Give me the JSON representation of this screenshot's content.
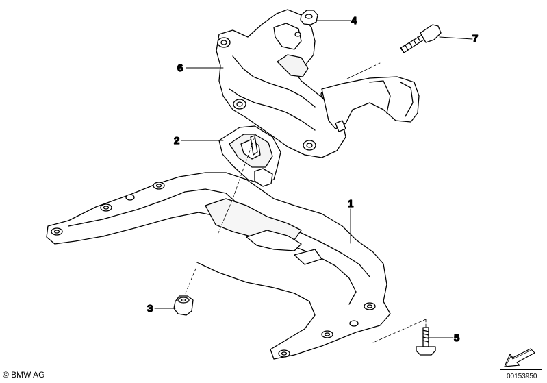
{
  "callouts": {
    "c1": "1",
    "c2": "2",
    "c3": "3",
    "c4": "4",
    "c5": "5",
    "c6": "6",
    "c7": "7"
  },
  "footer": {
    "copyright": "© BMW AG",
    "doc_number": "00153950"
  },
  "icons": {
    "direction_arrow": "front-direction-arrow-icon"
  }
}
